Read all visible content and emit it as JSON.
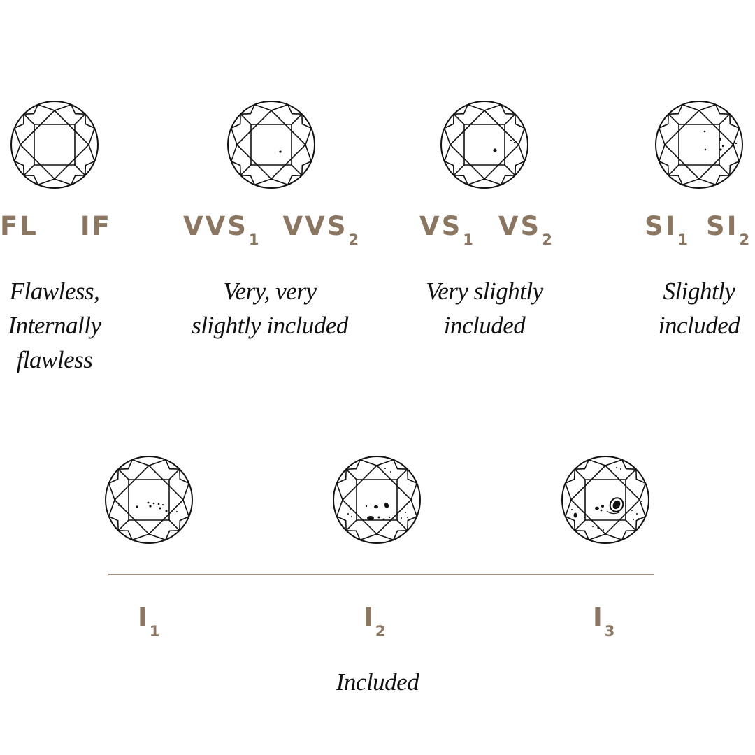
{
  "colors": {
    "grade_text": "#8b7761",
    "divider": "#a08f80",
    "line_art": "#111111"
  },
  "icons": {
    "diamond": "round-brilliant-diamond-icon"
  },
  "top_row": [
    {
      "grades": [
        {
          "base": "FL",
          "sub": ""
        },
        {
          "base": "IF",
          "sub": ""
        }
      ],
      "description": [
        "Flawless,",
        "Internally",
        "flawless"
      ],
      "inclusions": []
    },
    {
      "grades": [
        {
          "base": "VVS",
          "sub": "1"
        },
        {
          "base": "VVS",
          "sub": "2"
        }
      ],
      "description": [
        "Very, very",
        "slightly included"
      ],
      "inclusions": []
    },
    {
      "grades": [
        {
          "base": "VS",
          "sub": "1"
        },
        {
          "base": "VS",
          "sub": "2"
        }
      ],
      "description": [
        "Very slightly",
        "included"
      ],
      "inclusions": []
    },
    {
      "grades": [
        {
          "base": "SI",
          "sub": "1"
        },
        {
          "base": "SI",
          "sub": "2"
        }
      ],
      "description": [
        "Slightly",
        "included"
      ],
      "inclusions": []
    }
  ],
  "bottom_row": {
    "grades": [
      {
        "base": "I",
        "sub": "1"
      },
      {
        "base": "I",
        "sub": "2"
      },
      {
        "base": "I",
        "sub": "3"
      }
    ],
    "description": "Included"
  }
}
